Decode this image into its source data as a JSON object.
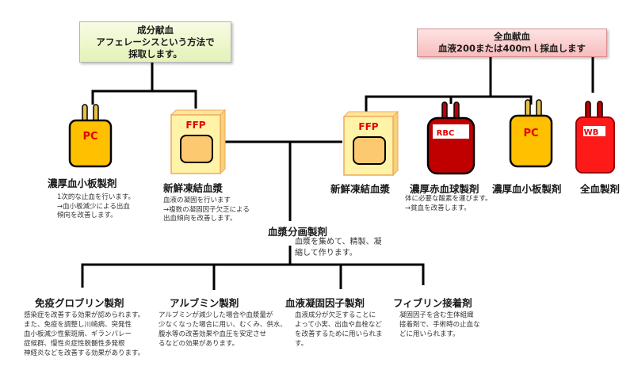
{
  "headers": {
    "component_donation": {
      "title": "成分献血",
      "line2": "アフェレーシスという方法で",
      "line3": "採取します。"
    },
    "whole_blood_donation": {
      "title": "全血献血",
      "line2": "血液200または400ｍｌ採血します"
    }
  },
  "products": {
    "pc_left": {
      "bag_label": "PC",
      "name": "濃厚血小板製剤",
      "desc": [
        "1次的な止血を行います。",
        "→血小板減少による出血",
        "傾向を改善します。"
      ]
    },
    "ffp_left": {
      "box_label": "FFP",
      "name": "新鮮凍結血漿",
      "desc": [
        "血液の凝固を行います",
        "→複数の凝固因子欠乏による",
        "出血傾向を改善します。"
      ]
    },
    "ffp_right": {
      "box_label": "FFP",
      "name": "新鮮凍結血漿"
    },
    "rbc": {
      "bag_label": "RBC",
      "name": "濃厚赤血球製剤",
      "desc": [
        "体に必要な酸素を運びます。",
        "→貧血を改善します。"
      ]
    },
    "pc_right": {
      "bag_label": "PC",
      "name": "濃厚血小板製剤"
    },
    "wb": {
      "bag_label": "WB",
      "name": "全血製剤"
    }
  },
  "fractionation": {
    "title": "血漿分画製剤",
    "desc": [
      "血漿を集めて、精製、凝",
      "縮して作ります。"
    ],
    "items": [
      {
        "name": "免疫グロブリン製剤",
        "desc": [
          "感染症を改善する効果が認められます。",
          "また、免疫を調整し川崎病、突発性",
          "血小板減少性紫斑病、ギランバレー",
          "症候群、慢性炎症性脱髄性多発根",
          "神経炎などを改善する効果があります。"
        ]
      },
      {
        "name": "アルブミン製剤",
        "desc": [
          "アルブミンが減少した場合や血漿量が",
          "少なくなった場合に用い、むくみ、供水、",
          "腹水等の改善効果や血圧を安定させ",
          "るなどの効果があります。"
        ]
      },
      {
        "name": "血液凝固因子製剤",
        "desc": [
          "血液成分が欠乏することに",
          "よって小実、出血や血栓など",
          "を改善するために用いられま",
          "す。"
        ]
      },
      {
        "name": "フィブリン接着剤",
        "desc": [
          "凝固因子を含む生体組織",
          "接着剤で、手術時の止血な",
          "どに用いられます。"
        ]
      }
    ]
  },
  "colors": {
    "pc_bag": "#ffc000",
    "rbc_bag": "#c00000",
    "wb_bag": "#ff1a1a",
    "ffp_box": "#fff3a8",
    "ffp_inner": "#fcc870",
    "label_red": "#e60000",
    "line": "#000000"
  }
}
